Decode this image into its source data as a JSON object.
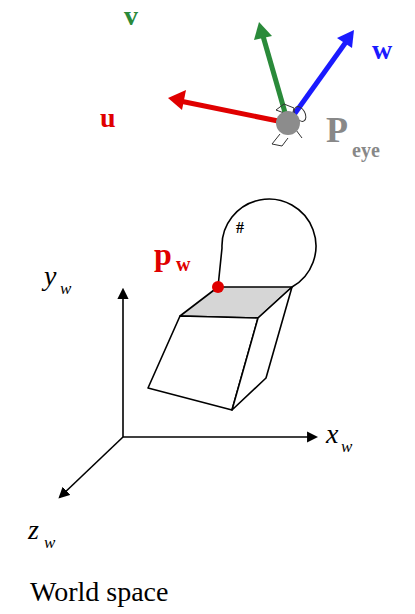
{
  "diagram": {
    "caption": "World space",
    "labels": [
      "v",
      "w",
      "u",
      "P",
      "eye",
      "p",
      "w",
      "#",
      "y",
      "w",
      "x",
      "w",
      "z",
      "w"
    ]
  }
}
